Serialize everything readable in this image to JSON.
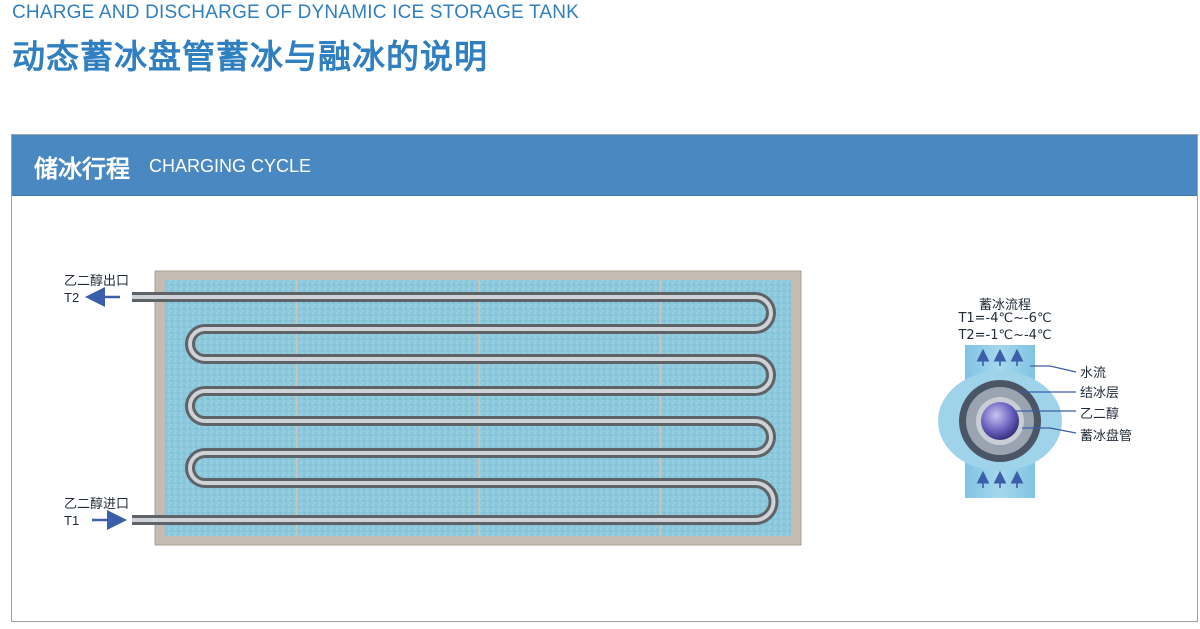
{
  "header": {
    "subtitle_en": "CHARGE AND DISCHARGE OF DYNAMIC ICE STORAGE TANK",
    "title_cn": "动态蓄冰盘管蓄冰与融冰的说明"
  },
  "panel": {
    "title_cn": "储冰行程",
    "title_en": "CHARGING CYCLE"
  },
  "tank": {
    "outlet_label": "乙二醇出口",
    "outlet_t": "T2",
    "inlet_label": "乙二醇进口",
    "inlet_t": "T1"
  },
  "legend": {
    "title": "蓄冰流程",
    "t1_range": "T1=-4℃~-6℃",
    "t2_range": "T2=-1℃~-4℃",
    "items": [
      "水流",
      "结冰层",
      "乙二醇",
      "蓄冰盘管"
    ]
  },
  "colors": {
    "accent": "#2f7fc1",
    "header_bar": "#4a88c2",
    "ice": "#8cc8dc",
    "pipe": "#9aa0a6",
    "arrow": "#3b5ea8",
    "coolant": "#5a4fa8"
  }
}
